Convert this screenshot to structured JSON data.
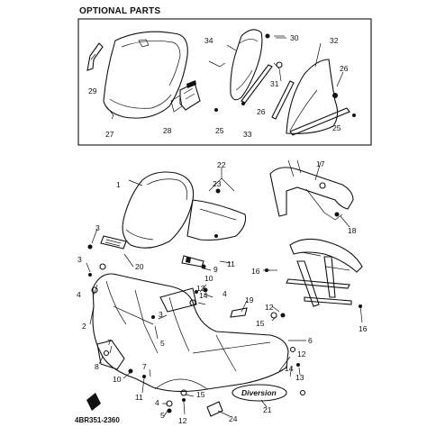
{
  "header": {
    "title": "OPTIONAL PARTS"
  },
  "footer": {
    "code": "4BR351-2360"
  },
  "callouts": [
    "1",
    "2",
    "3",
    "4",
    "5",
    "6",
    "7",
    "8",
    "9",
    "10",
    "11",
    "12",
    "13",
    "14",
    "15",
    "16",
    "17",
    "18",
    "19",
    "20",
    "21",
    "22",
    "23",
    "24",
    "25",
    "26",
    "27",
    "28",
    "29",
    "30",
    "31",
    "32",
    "33",
    "34"
  ],
  "emblem": {
    "text": "Diversion"
  }
}
